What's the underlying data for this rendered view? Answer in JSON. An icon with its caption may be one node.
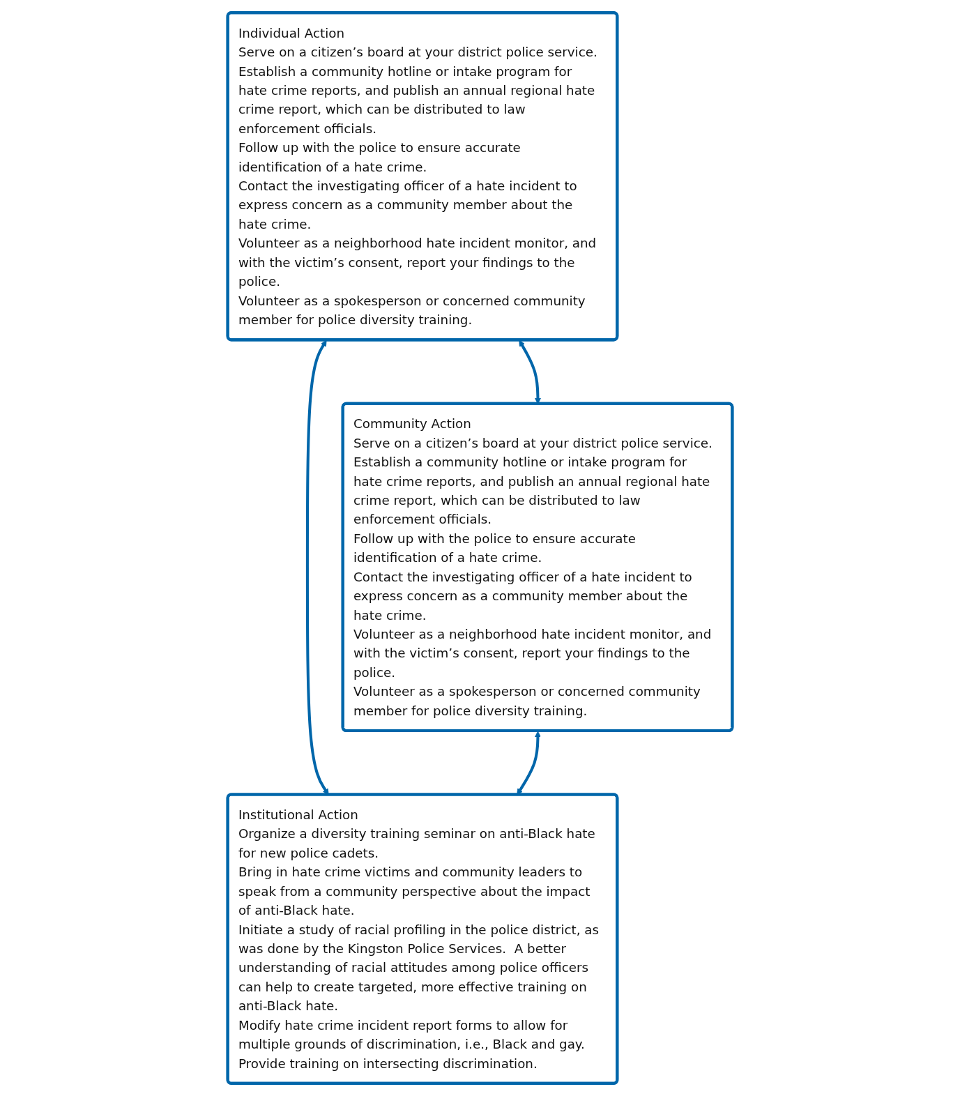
{
  "diagram": {
    "nodes": [
      {
        "text": [
          "Individual Action",
          "Serve on a citizen’s board at your district police service.",
          "Establish a community hotline or intake program for hate crime reports, and publish an annual regional hate crime report, which can be distributed to law enforcement officials.",
          "Follow up with the police to ensure accurate identification of a hate crime.",
          "Contact the investigating officer of a hate incident to express concern as a community member about the hate crime.",
          "Volunteer as a neighborhood hate incident monitor, and with the victim’s consent, report your findings to the police.",
          "Volunteer as a spokesperson or concerned community member for police diversity training."
        ]
      },
      {
        "text": [
          "Community Action",
          "Serve on a citizen’s board at your district police service.",
          "Establish a community hotline or intake program for hate crime reports, and publish an annual regional hate crime report, which can be distributed to law enforcement officials.",
          "Follow up with the police to ensure accurate identification of a hate crime.",
          "Contact the investigating officer of a hate incident to express concern as a community member about the hate crime.",
          "Volunteer as a neighborhood hate incident monitor, and with the victim’s consent, report your findings to the police.",
          "Volunteer as a spokesperson or concerned community member for police diversity training."
        ]
      },
      {
        "text": [
          "Institutional Action",
          "Organize a diversity training seminar on anti-Black hate for new police cadets.",
          "Bring in hate crime victims and community leaders to speak from a community perspective about the impact of anti-Black hate.",
          "Initiate a study of racial profiling in the police district, as was done by the Kingston Police Services.  A better understanding of racial attitudes among police officers can help to create targeted, more effective training on anti-Black hate.",
          "Modify hate crime incident report forms to allow for multiple grounds of discrimination, i.e., Black and gay.  Provide training on intersecting discrimination."
        ]
      }
    ],
    "edges": [
      {
        "from": 0,
        "to": 1,
        "arrow": "both"
      },
      {
        "from": 0,
        "to": 2,
        "arrow": "both"
      },
      {
        "from": 1,
        "to": 2,
        "arrow": "both"
      }
    ]
  }
}
